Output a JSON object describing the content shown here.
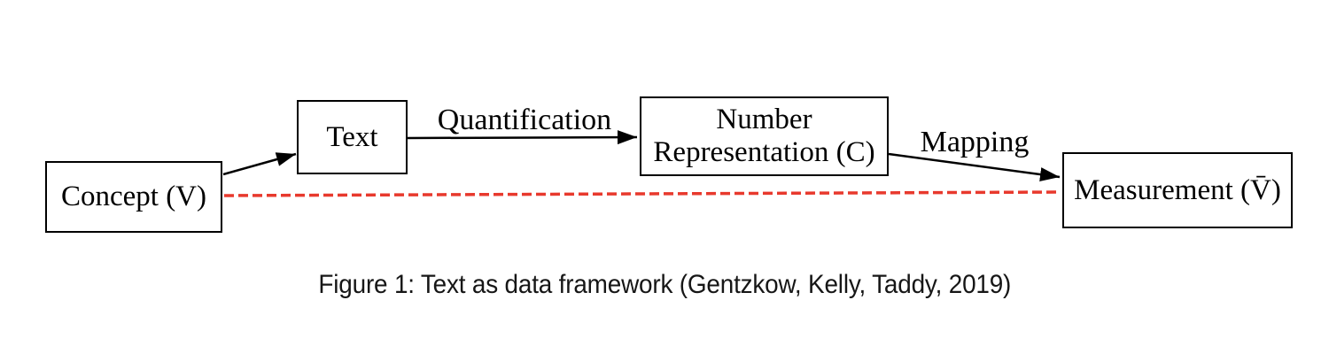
{
  "figure": {
    "caption": "Figure 1: Text as data framework (Gentzkow, Kelly, Taddy, 2019)",
    "nodes": {
      "concept": {
        "label": "Concept (V)"
      },
      "text": {
        "label": "Text"
      },
      "number_representation": {
        "lines": [
          "Number",
          "Representation (C)"
        ]
      },
      "measurement": {
        "label": "Measurement (V̄)"
      }
    },
    "edge_labels": {
      "quantification": "Quantification",
      "mapping": "Mapping"
    },
    "colors": {
      "arrow": "#000000",
      "dashed_line": "#E8392D",
      "box_border": "#000000"
    }
  }
}
